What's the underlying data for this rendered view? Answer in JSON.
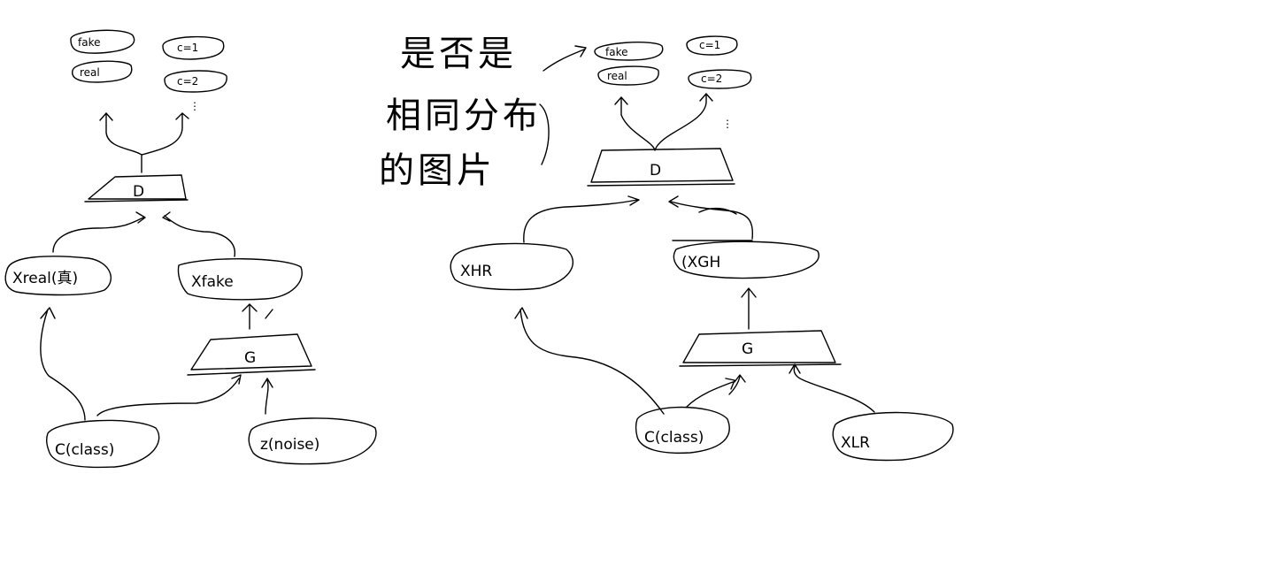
{
  "left_diagram": {
    "out_fake": "fake",
    "out_real": "real",
    "out_c1": "c=1",
    "out_c2": "c=2",
    "discriminator": "D",
    "x_real": "Xreal(真)",
    "x_fake": "Xfake",
    "generator": "G",
    "class_input": "C(class)",
    "noise_input": "z(noise)"
  },
  "middle_note": {
    "line1": "是否是",
    "line2": "相同分布",
    "line3": "的图片"
  },
  "right_diagram": {
    "out_fake": "fake",
    "out_real": "real",
    "out_c1": "c=1",
    "out_c2": "c=2",
    "discriminator": "D",
    "x_hr": "XHR",
    "x_gen": "(XGH",
    "generator": "G",
    "class_input": "C(class)",
    "x_lr": "XLR"
  }
}
